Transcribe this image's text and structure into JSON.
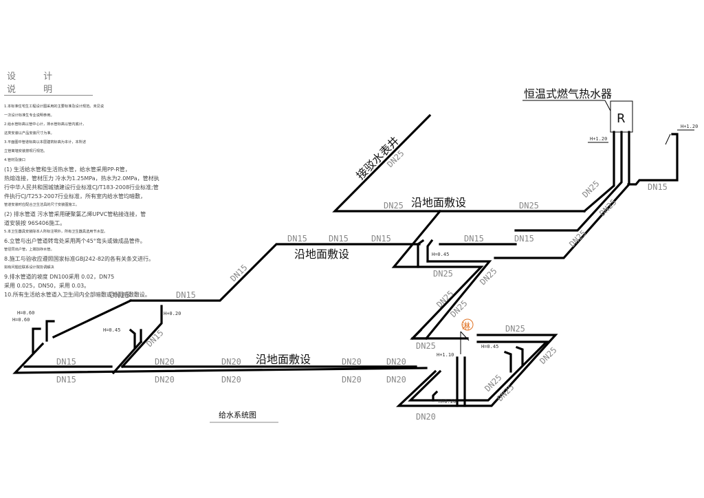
{
  "notes": {
    "title": "设 计 说 明",
    "lines": [
      {
        "text": "1.本标准住宅生工程设计图采用的主要标准及设计规范。未见说",
        "big": false
      },
      {
        "text": "一次设计标准生专业说明参用。",
        "big": false
      },
      {
        "text": "2.给水管标高以管中心计，排水管标高以管内底计，",
        "big": false
      },
      {
        "text": "这类安装以产品安装尺寸为准。",
        "big": false
      },
      {
        "text": "3.平面图中管道标高以本层建筑标高为本计，本所述",
        "big": false
      },
      {
        "text": "立管离墙安装按现行规范。",
        "big": false
      },
      {
        "text": "4.管材及接口",
        "big": false
      },
      {
        "text": "(1) 生活给水管和生活热水管，给水管采用PP-R管，",
        "big": true
      },
      {
        "text": "热熔连接，管材压力 冷水为1.25MPa，热水为2.0MPa，管材执",
        "big": true
      },
      {
        "text": "行中华人民共和国城镇建设行业标准CJ/T183-2008行业标准;管",
        "big": true
      },
      {
        "text": "件执行CJ/T253-2007行业标准，所有室内给水管均暗敷，",
        "big": true
      },
      {
        "text": "管道安装时应配合卫生洁具的尺寸安装图施工。",
        "big": false
      },
      {
        "text": "(2) 排水管道 污水管采用硬聚氯乙烯UPVC管粘接连接，管",
        "big": true
      },
      {
        "text": "道安装按 96S406施工。",
        "big": true
      },
      {
        "text": "5.本卫生器具安装除本人所标注明外，所有卫生器具选用节水型。",
        "big": false
      },
      {
        "text": "6.立管与出户管道转弯处采用两个45°弯头或做成品管件。",
        "big": true
      },
      {
        "text": "管径同出户管，上端加存水管。",
        "big": false
      },
      {
        "text": "8.施工与验收应遵照国家标准GBJ242-82的各有关条文进行。",
        "big": true
      },
      {
        "text": "如有问题应联系设计院协调解决",
        "big": false
      },
      {
        "text": "9.排水管道的坡度  DN100采用  0.02，DN75",
        "big": true
      },
      {
        "text": "   采用  0.025，DN50，采用  0.03。",
        "big": true
      },
      {
        "text": "10.所有生活给水管道入卫生间内全部暗敷或地面暗敷敷设。",
        "big": true
      }
    ]
  },
  "diagram": {
    "caption": "给水系统图",
    "water_heater_label": "恒温式燃气热水器",
    "heater_symbol": "R",
    "meter_well_label": "接驳水表井",
    "floor_laying_label": "沿地面敷设",
    "shower_symbol": "淋",
    "pipe_sizes": {
      "main_feed": "DN25",
      "top_run_left": "DN25",
      "top_run_right": "DN25",
      "mid_run": [
        "DN15",
        "DN15",
        "DN15"
      ],
      "mid_right": [
        "DN15",
        "DN15"
      ],
      "mid_diag": "DN15",
      "left_upper": [
        "DN15",
        "DN15"
      ],
      "left_lower_top": "DN15",
      "left_lower_bottom": "DN15",
      "branch_diag": "DN15",
      "bottom_run_top": [
        "DN20",
        "DN20",
        "DN20",
        "DN20"
      ],
      "bottom_run_bottom": [
        "DN20",
        "DN20",
        "DN20",
        "DN20"
      ],
      "riser_diag": [
        "DN25",
        "DN25",
        "DN25",
        "DN25",
        "DN25"
      ],
      "heater_diag": [
        "DN25",
        "DN25",
        "DN25"
      ],
      "heater_right": "DN15",
      "heater_mid": "DN20",
      "bath_top": "DN25",
      "bath_left": "DN25",
      "bath_diag": [
        "DN25",
        "DN25",
        "DN25"
      ],
      "bath_bottom": "DN20",
      "junction_label": "DN25"
    },
    "elevations": {
      "heater_left": "H+1.20",
      "heater_right": "H+1.20",
      "mid_fixture": "H=0.45",
      "left_a": "H=0.60",
      "left_b": "H=0.60",
      "branch_a": "H=0.45",
      "branch_b": "H+0.20",
      "shower": "H+1.10",
      "bath_basin": "H=0.45",
      "bath_wc": "H=0.20"
    },
    "colors": {
      "pipe": "#000000",
      "pipe_label": "#888888",
      "shower_symbol": "#e07020"
    }
  }
}
